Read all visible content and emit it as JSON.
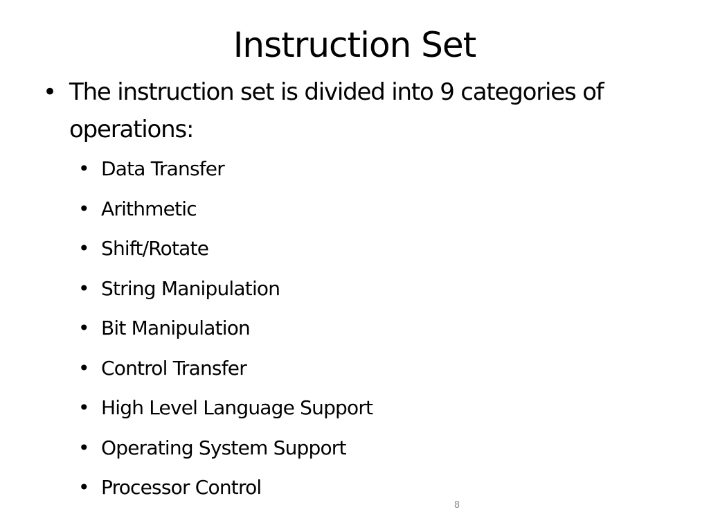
{
  "slide": {
    "title": "Instruction Set",
    "bullet_symbol": "•",
    "main_bullet": "The instruction set is divided into 9 categories of operations:",
    "categories": [
      "Data Transfer",
      "Arithmetic",
      "Shift/Rotate",
      "String Manipulation",
      "Bit Manipulation",
      "Control Transfer",
      "High Level Language Support",
      "Operating System Support",
      "Processor Control"
    ],
    "page_number": "8"
  }
}
